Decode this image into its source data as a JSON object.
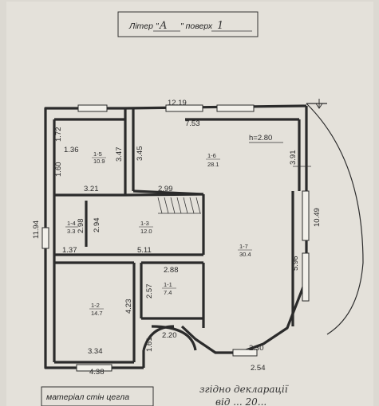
{
  "header": {
    "liter_label": "Літер \"",
    "liter_value": "A",
    "floor_label": "\" поверх",
    "floor_value": "1"
  },
  "plan": {
    "height_note": "h=2.80",
    "dimensions": {
      "top_length": "12.19",
      "top_right": "7.53",
      "left_length": "11.94",
      "right_length": "10.49",
      "d_1_72": "1.72",
      "d_1_36": "1.36",
      "d_1_60": "1.60",
      "d_3_47": "3.47",
      "d_3_45": "3.45",
      "d_3_91": "3.91",
      "d_3_21": "3.21",
      "d_2_99": "2.99",
      "d_2_94": "2.94",
      "d_2_98": "2.98",
      "d_1_37": "1.37",
      "d_5_11": "5.11",
      "d_2_88": "2.88",
      "d_2_57": "2.57",
      "d_4_23": "4.23",
      "d_5_96": "5.96",
      "d_3_34": "3.34",
      "d_4_38": "4.38",
      "d_2_20": "2.20",
      "d_1_61": "1.61",
      "d_2_30": "2.30",
      "d_2_54": "2.54"
    },
    "rooms": [
      {
        "id": "1-5",
        "area": "10.9"
      },
      {
        "id": "1-6",
        "area": "28.1"
      },
      {
        "id": "1-4",
        "area": "3.3"
      },
      {
        "id": "1-3",
        "area": "12.0"
      },
      {
        "id": "1-7",
        "area": "30.4"
      },
      {
        "id": "1-2",
        "area": "14.7"
      },
      {
        "id": "1-1",
        "area": "7.4"
      }
    ]
  },
  "footer": {
    "material_note": "матеріал стін цегла",
    "handwritten_note_1": "згідно декларації",
    "handwritten_note_2": "від ... 20..."
  }
}
